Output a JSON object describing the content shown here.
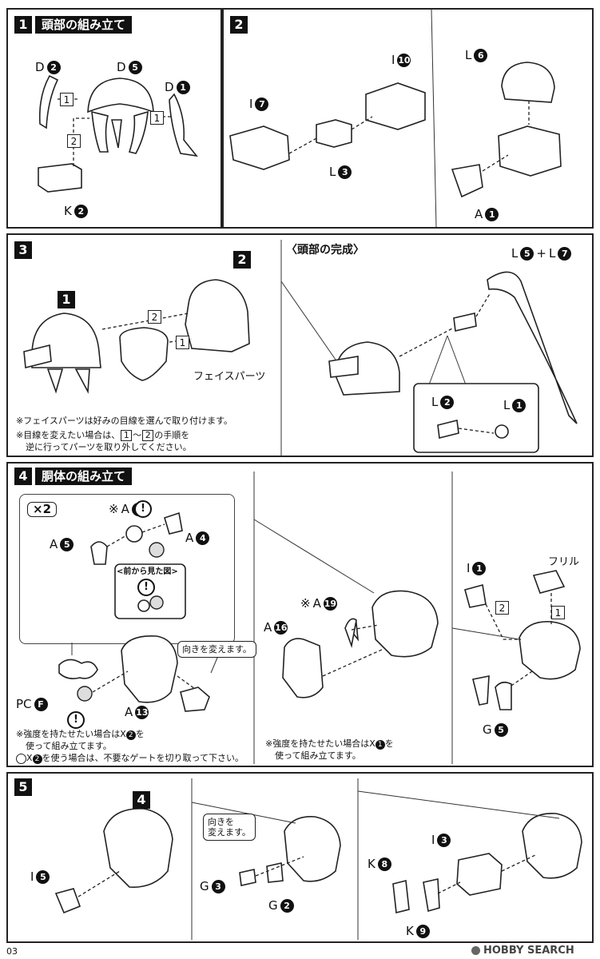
{
  "step1": {
    "num": "1",
    "title": "頭部の組み立て",
    "parts": [
      {
        "letter": "D",
        "num": "2"
      },
      {
        "letter": "D",
        "num": "5"
      },
      {
        "letter": "D",
        "num": "1"
      },
      {
        "letter": "K",
        "num": "2"
      }
    ],
    "order": [
      "1",
      "1",
      "2"
    ]
  },
  "step2": {
    "num": "2",
    "parts": [
      {
        "letter": "I",
        "num": "10"
      },
      {
        "letter": "I",
        "num": "7"
      },
      {
        "letter": "L",
        "num": "3"
      },
      {
        "letter": "L",
        "num": "6"
      },
      {
        "letter": "A",
        "num": "1"
      }
    ]
  },
  "step3": {
    "num": "3",
    "ref_a": "1",
    "ref_b": "2",
    "order": [
      "2",
      "1"
    ],
    "face_parts": "フェイスパーツ",
    "head_complete": "〈頭部の完成〉",
    "l5": {
      "letter": "L",
      "num": "5"
    },
    "plus": "+",
    "l7": {
      "letter": "L",
      "num": "7"
    },
    "l2": {
      "letter": "L",
      "num": "2"
    },
    "l1": {
      "letter": "L",
      "num": "1"
    },
    "note1": "※フェイスパーツは好みの目線を選んで取り付けます。",
    "note2a": "※目線を変えたい場合は、",
    "note2_from": "1",
    "note2_tilde": "〜",
    "note2_to": "2",
    "note2b": "の手順を",
    "note2c": "逆に行ってパーツを取り外してください。"
  },
  "step4": {
    "num": "4",
    "title": "胴体の組み立て",
    "x2": "×2",
    "a2": {
      "prefix": "※",
      "letter": "A",
      "num": "2"
    },
    "a4": {
      "letter": "A",
      "num": "4"
    },
    "a5": {
      "letter": "A",
      "num": "5"
    },
    "front_view": "<前から見た図>",
    "turn_bubble": "向きを変えます。",
    "pcf": {
      "letter": "PC",
      "num": "F"
    },
    "a13": {
      "letter": "A",
      "num": "13"
    },
    "warn": "!",
    "note1a": "※強度を持たせたい場合はX",
    "note1_num": "2",
    "note1b": "を",
    "note1c": "使って組み立てます。",
    "note2a": "X",
    "note2_num": "2",
    "note2b": "を使う場合は、不要なゲートを切り取って下さい。",
    "a19": {
      "prefix": "※",
      "letter": "A",
      "num": "19"
    },
    "a16": {
      "letter": "A",
      "num": "16"
    },
    "note3a": "※強度を持たせたい場合はX",
    "note3_num": "1",
    "note3b": "を",
    "note3c": "使って組み立てます。",
    "i1": {
      "letter": "I",
      "num": "1"
    },
    "frill": "フリル",
    "g5": {
      "letter": "G",
      "num": "5"
    },
    "order": [
      "2",
      "1"
    ]
  },
  "step5": {
    "num": "5",
    "ref": "4",
    "i5": {
      "letter": "I",
      "num": "5"
    },
    "turn_bubble": "向きを\n変えます。",
    "g3": {
      "letter": "G",
      "num": "3"
    },
    "g2": {
      "letter": "G",
      "num": "2"
    },
    "i3": {
      "letter": "I",
      "num": "3"
    },
    "k8": {
      "letter": "K",
      "num": "8"
    },
    "k9": {
      "letter": "K",
      "num": "9"
    }
  },
  "footer": {
    "page": "03",
    "watermark": "HOBBY SEARCH"
  }
}
